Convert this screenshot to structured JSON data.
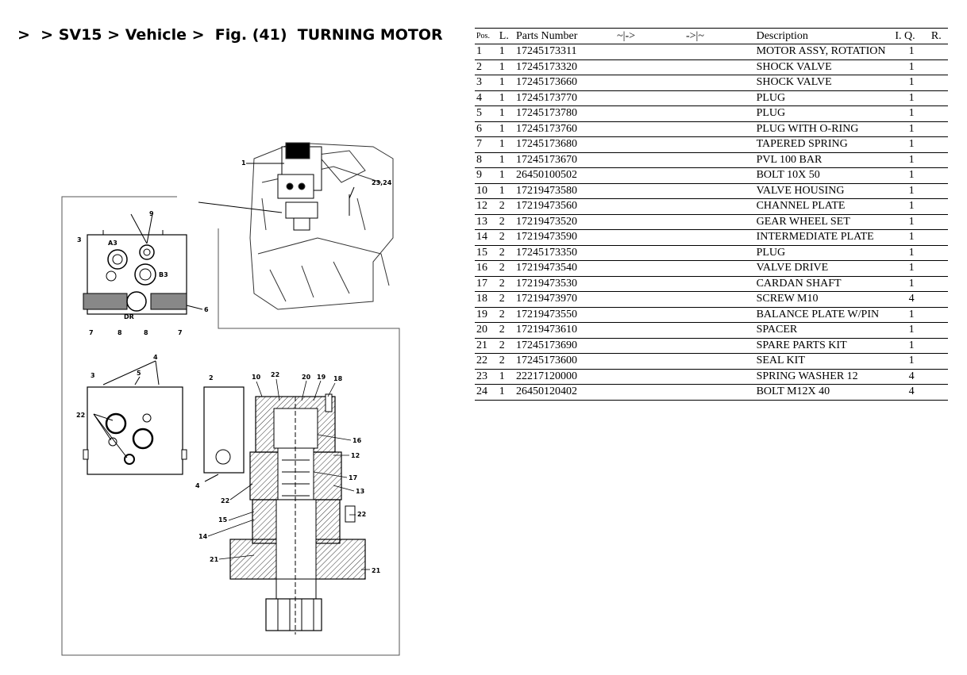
{
  "breadcrumb": {
    "items": [
      ">",
      ">",
      "SV15",
      ">",
      "Vehicle",
      ">",
      "Fig. (41)",
      "TURNING MOTOR"
    ]
  },
  "figure": {
    "callouts": [
      "1",
      "23,24",
      "9",
      "3",
      "A3",
      "B3",
      "DR",
      "6",
      "7",
      "8",
      "8",
      "7",
      "4",
      "3",
      "5",
      "2",
      "10",
      "22",
      "20",
      "19",
      "18",
      "22",
      "16",
      "12",
      "17",
      "13",
      "22",
      "15",
      "22",
      "14",
      "21",
      "21",
      "4"
    ]
  },
  "table": {
    "headers": {
      "pos": "Pos.",
      "l": "L.",
      "parts_number": "Parts Number",
      "from": "~|->",
      "to": "->|~",
      "description": "Description",
      "iq": "I. Q.",
      "r": "R."
    },
    "rows": [
      {
        "pos": "1",
        "l": "1",
        "pn": "17245173311",
        "desc": "MOTOR ASSY, ROTATION",
        "iq": "1"
      },
      {
        "pos": "2",
        "l": "1",
        "pn": "17245173320",
        "desc": "SHOCK VALVE",
        "iq": "1"
      },
      {
        "pos": "3",
        "l": "1",
        "pn": "17245173660",
        "desc": "SHOCK VALVE",
        "iq": "1"
      },
      {
        "pos": "4",
        "l": "1",
        "pn": "17245173770",
        "desc": "PLUG",
        "iq": "1"
      },
      {
        "pos": "5",
        "l": "1",
        "pn": "17245173780",
        "desc": "PLUG",
        "iq": "1"
      },
      {
        "pos": "6",
        "l": "1",
        "pn": "17245173760",
        "desc": "PLUG WITH O-RING",
        "iq": "1"
      },
      {
        "pos": "7",
        "l": "1",
        "pn": "17245173680",
        "desc": "TAPERED SPRING",
        "iq": "1"
      },
      {
        "pos": "8",
        "l": "1",
        "pn": "17245173670",
        "desc": "PVL 100 BAR",
        "iq": "1"
      },
      {
        "pos": "9",
        "l": "1",
        "pn": "26450100502",
        "desc": "BOLT 10X 50",
        "iq": "1"
      },
      {
        "pos": "10",
        "l": "1",
        "pn": "17219473580",
        "desc": "VALVE HOUSING",
        "iq": "1"
      },
      {
        "pos": "12",
        "l": "2",
        "pn": "17219473560",
        "desc": "CHANNEL PLATE",
        "iq": "1"
      },
      {
        "pos": "13",
        "l": "2",
        "pn": "17219473520",
        "desc": "GEAR WHEEL SET",
        "iq": "1"
      },
      {
        "pos": "14",
        "l": "2",
        "pn": "17219473590",
        "desc": "INTERMEDIATE PLATE",
        "iq": "1"
      },
      {
        "pos": "15",
        "l": "2",
        "pn": "17245173350",
        "desc": "PLUG",
        "iq": "1"
      },
      {
        "pos": "16",
        "l": "2",
        "pn": "17219473540",
        "desc": "VALVE DRIVE",
        "iq": "1"
      },
      {
        "pos": "17",
        "l": "2",
        "pn": "17219473530",
        "desc": "CARDAN SHAFT",
        "iq": "1"
      },
      {
        "pos": "18",
        "l": "2",
        "pn": "17219473970",
        "desc": "SCREW M10",
        "iq": "4"
      },
      {
        "pos": "19",
        "l": "2",
        "pn": "17219473550",
        "desc": "BALANCE PLATE W/PIN",
        "iq": "1"
      },
      {
        "pos": "20",
        "l": "2",
        "pn": "17219473610",
        "desc": "SPACER",
        "iq": "1"
      },
      {
        "pos": "21",
        "l": "2",
        "pn": "17245173690",
        "desc": "SPARE PARTS KIT",
        "iq": "1"
      },
      {
        "pos": "22",
        "l": "2",
        "pn": "17245173600",
        "desc": "SEAL KIT",
        "iq": "1"
      },
      {
        "pos": "23",
        "l": "1",
        "pn": "22217120000",
        "desc": "SPRING WASHER 12",
        "iq": "4"
      },
      {
        "pos": "24",
        "l": "1",
        "pn": "26450120402",
        "desc": "BOLT M12X 40",
        "iq": "4"
      }
    ]
  }
}
